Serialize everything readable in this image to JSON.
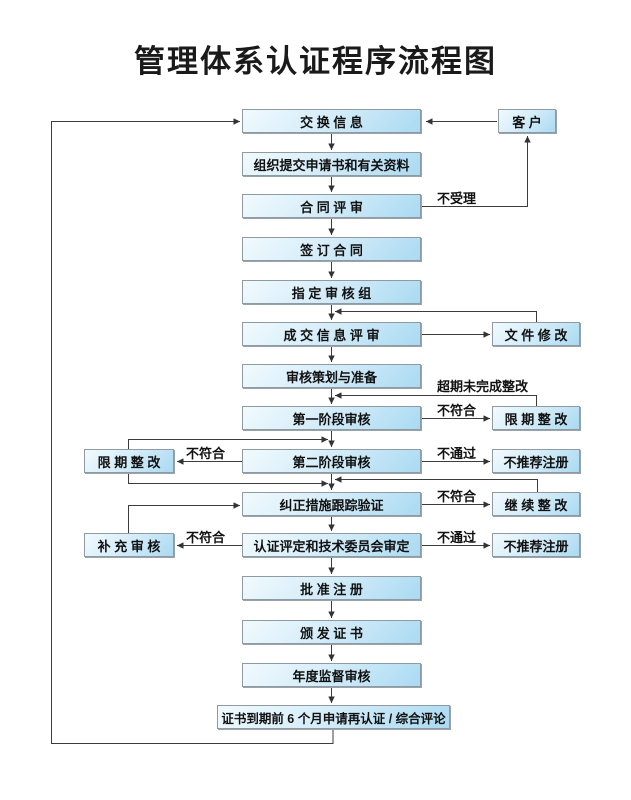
{
  "title": "管理体系认证程序流程图",
  "colors": {
    "box_fill_light": "#f1fafe",
    "box_fill_dark": "#aadaf2",
    "box_border": "#8f9aa3",
    "connector": "#3c3c3c",
    "text": "#111111"
  },
  "nodes": {
    "exchange_info": "交 换 信 息",
    "customer": "客 户",
    "submit_application": "组织提交申请书和有关资料",
    "contract_review": "合 同 评 审",
    "sign_contract": "签 订 合 同",
    "assign_audit_team": "指 定 审 核 组",
    "deal_info_review": "成 交 信 息 评 审",
    "doc_modification": "文 件 修 改",
    "audit_planning": "审核策划与准备",
    "stage1_audit": "第一阶段审核",
    "limited_rectification_right": "限 期 整 改",
    "stage2_audit": "第二阶段审核",
    "limited_rectification_left": "限 期 整 改",
    "no_recommend_register_1": "不推荐注册",
    "corrective_action_tracking": "纠正措施跟踪验证",
    "continue_rectification": "继 续 整 改",
    "certification_evaluation": "认证评定和技术委员会审定",
    "supplementary_audit": "补 充 审 核",
    "no_recommend_register_2": "不推荐注册",
    "approve_registration": "批 准 注 册",
    "issue_certificate": "颁 发 证 书",
    "annual_surveillance_audit": "年度监督审核",
    "recertification": "证书到期前 6 个月申请再认证 / 综合评论"
  },
  "edge_labels": {
    "not_accepted": "不受理",
    "overdue_rectification": "超期未完成整改",
    "stage1_nonconformity": "不符合",
    "stage2_fail": "不通过",
    "stage2_nonconformity": "不符合",
    "corrective_nonconformity": "不符合",
    "evaluation_fail": "不通过",
    "evaluation_nonconformity": "不符合"
  }
}
